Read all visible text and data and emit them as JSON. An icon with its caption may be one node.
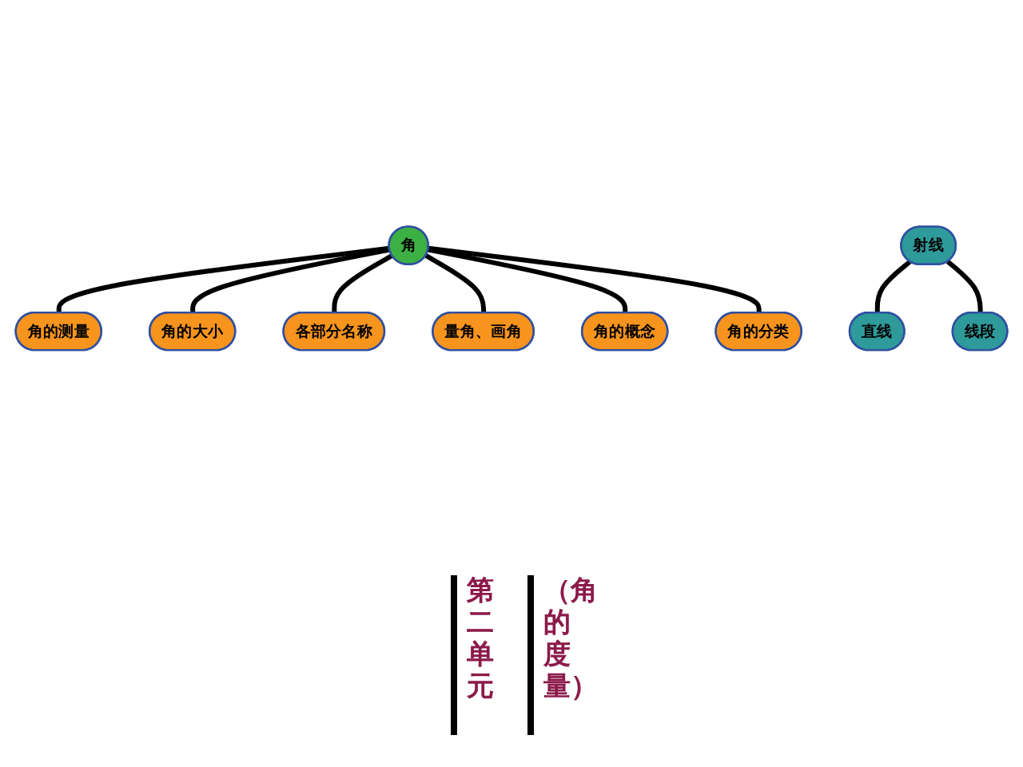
{
  "diagram": {
    "nodes": [
      {
        "text": [
          "角的测量"
        ]
      },
      {
        "text": [
          "角的大小"
        ]
      },
      {
        "text": [
          "各部分名称"
        ]
      },
      {
        "text": [
          "量角、画角"
        ]
      },
      {
        "text": [
          "角的概念"
        ]
      },
      {
        "text": [
          "角"
        ]
      },
      {
        "text": [
          "角的分类"
        ]
      },
      {
        "text": [
          "射线"
        ]
      },
      {
        "text": [
          "直线"
        ]
      },
      {
        "text": [
          "线段"
        ]
      }
    ],
    "edges": [
      {
        "from": 5,
        "to": 0,
        "arrow": "none"
      },
      {
        "from": 5,
        "to": 1,
        "arrow": "none"
      },
      {
        "from": 5,
        "to": 2,
        "arrow": "none"
      },
      {
        "from": 5,
        "to": 3,
        "arrow": "none"
      },
      {
        "from": 5,
        "to": 4,
        "arrow": "none"
      },
      {
        "from": 5,
        "to": 6,
        "arrow": "none"
      },
      {
        "from": 7,
        "to": 8,
        "arrow": "none"
      },
      {
        "from": 7,
        "to": 9,
        "arrow": "none"
      }
    ],
    "labels": [
      "第二单元",
      "（角的度量）"
    ]
  }
}
